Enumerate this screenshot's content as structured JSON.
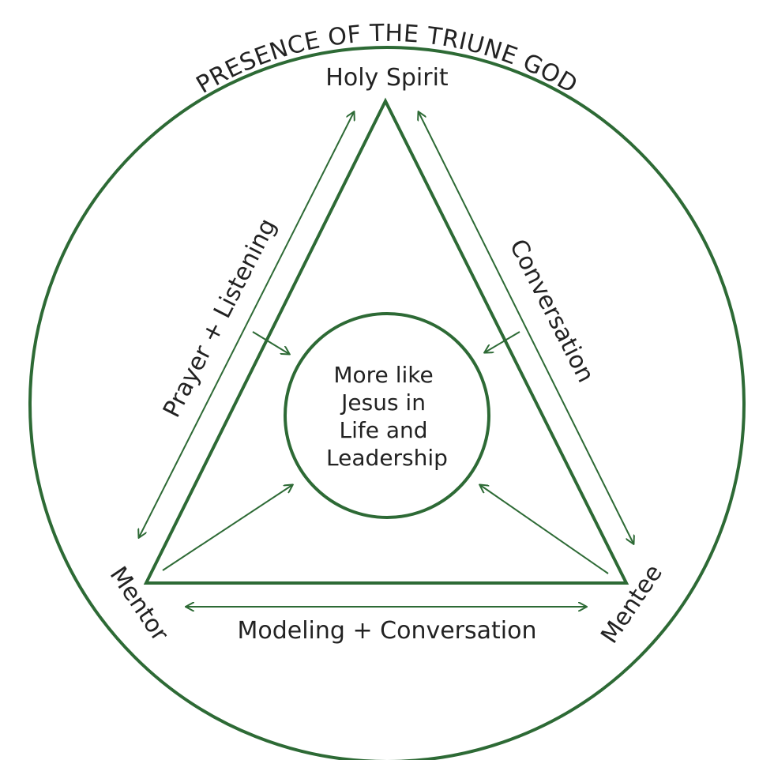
{
  "diagram": {
    "outer_label": "PRESENCE OF THE TRIUNE GOD",
    "nodes": {
      "top": "Holy Spirit",
      "left": "Mentor",
      "right": "Mentee"
    },
    "center": {
      "lines": [
        "More like",
        "Jesus in",
        "Life and",
        "Leadership"
      ]
    },
    "edges": {
      "left": "Prayer + Listening",
      "right": "Conversation",
      "bottom": "Modeling + Conversation"
    }
  },
  "colors": {
    "stroke": "#2d6a35",
    "text": "#222222",
    "background": "#ffffff"
  }
}
